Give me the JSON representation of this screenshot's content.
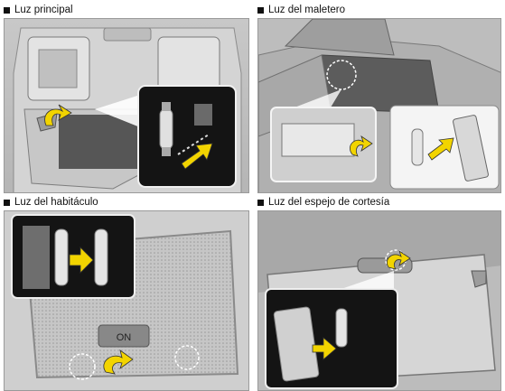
{
  "panels": [
    {
      "title": "Luz principal"
    },
    {
      "title": "Luz del maletero"
    },
    {
      "title": "Luz del habitáculo",
      "switch_label": "ON"
    },
    {
      "title": "Luz del espejo de cortesía"
    }
  ],
  "colors": {
    "arrow": "#f2d400",
    "inset_bg": "#141414",
    "figure_bg": "#d9d9d9"
  },
  "icons": [
    "arrow-icon",
    "bulb-icon",
    "pry-tool-icon"
  ]
}
